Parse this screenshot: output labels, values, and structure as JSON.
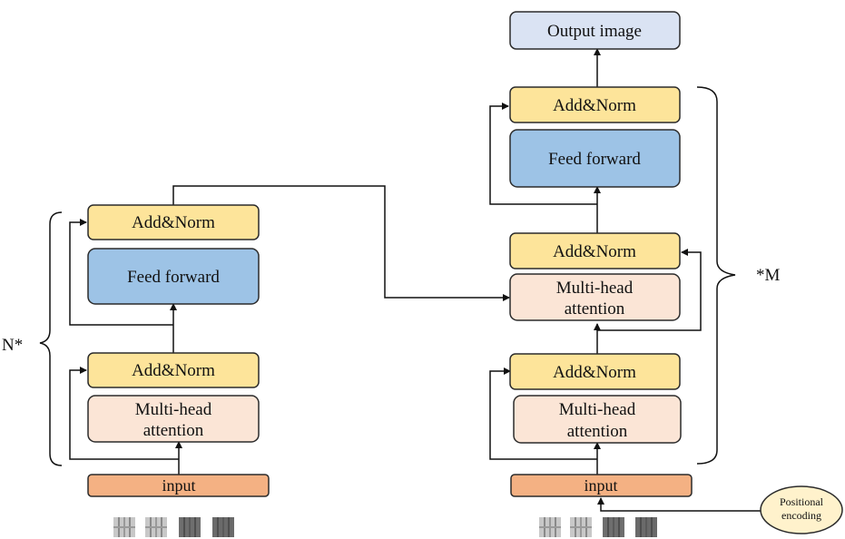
{
  "encoder": {
    "repeat_label": "N*",
    "add_norm_top": "Add&Norm",
    "feed_forward": "Feed forward",
    "add_norm_bottom": "Add&Norm",
    "attention_line1": "Multi-head",
    "attention_line2": "attention",
    "input": "input"
  },
  "decoder": {
    "repeat_label": "*M",
    "output": "Output image",
    "add_norm_top": "Add&Norm",
    "feed_forward": "Feed forward",
    "add_norm_mid": "Add&Norm",
    "cross_attention_line1": "Multi-head",
    "cross_attention_line2": "attention",
    "add_norm_bottom": "Add&Norm",
    "attention_line1": "Multi-head",
    "attention_line2": "attention",
    "input": "input",
    "positional_line1": "Positional",
    "positional_line2": "encoding"
  },
  "colors": {
    "add_norm_fill": "#fde49a",
    "feed_forward_fill": "#9dc3e6",
    "attention_fill": "#fbe5d6",
    "input_fill": "#f4b183",
    "output_fill": "#dae3f3",
    "positional_fill": "#fff2cc",
    "border": "#2b2b2b"
  }
}
